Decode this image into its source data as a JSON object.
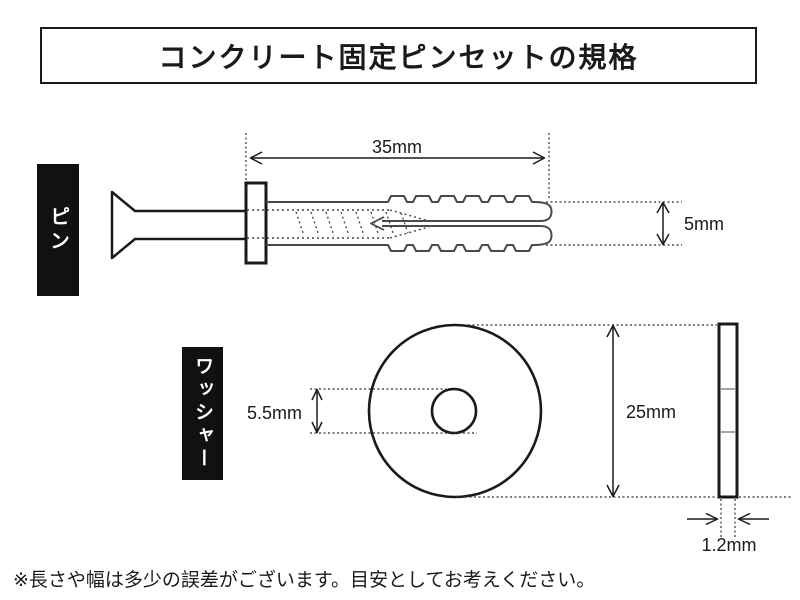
{
  "title": "コンクリート固定ピンセットの規格",
  "footer_note": "※長さや幅は多少の誤差がございます。目安としてお考えください。",
  "colors": {
    "ink": "#1a1a1a",
    "label_background": "#111111",
    "sleeve_stroke": "#4a4a4a",
    "hidden_line": "#444444"
  },
  "pin": {
    "label": "ピン",
    "dim_length": "35mm",
    "dim_diameter": "5mm"
  },
  "washer": {
    "label": "ワッシャー",
    "dim_hole": "5.5mm",
    "dim_outer": "25mm",
    "dim_thickness": "1.2mm"
  }
}
